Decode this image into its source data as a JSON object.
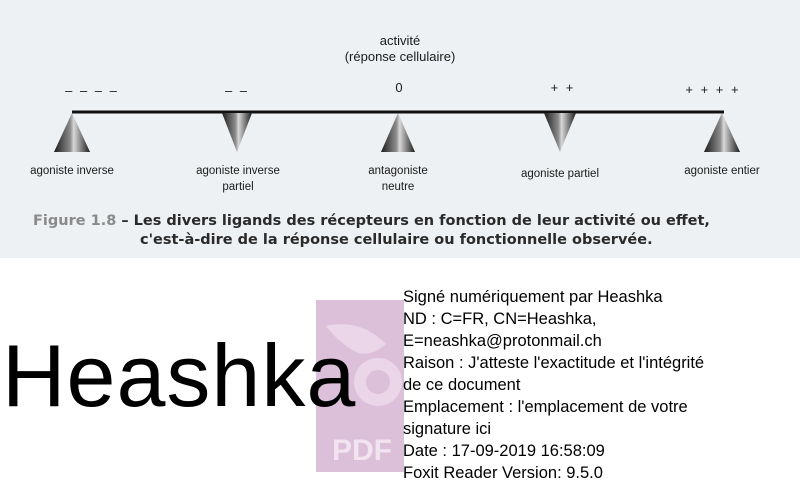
{
  "figure": {
    "activity_title_line1": "activité",
    "activity_title_line2": "(réponse cellulaire)",
    "activity_levels": [
      "– – – –",
      "– –",
      "0",
      "+ +",
      "+ + + +"
    ],
    "ligands": [
      {
        "line1": "agoniste inverse",
        "line2": "",
        "icon": "triangle-up-icon"
      },
      {
        "line1": "agoniste inverse",
        "line2": "partiel",
        "icon": "triangle-down-icon"
      },
      {
        "line1": "antagoniste",
        "line2": "neutre",
        "icon": "triangle-up-icon"
      },
      {
        "line1": "agoniste partiel",
        "line2": "",
        "icon": "triangle-down-icon"
      },
      {
        "line1": "agoniste entier",
        "line2": "",
        "icon": "triangle-up-icon"
      }
    ],
    "caption_number": "Figure 1.8",
    "caption_text_line1": " – Les divers ligands des récepteurs en fonction de leur activité ou effet,",
    "caption_text_line2": "c'est-à-dire de la réponse cellulaire ou fonctionnelle observée."
  },
  "signature": {
    "name": "Heashka",
    "logo_text": "PDF",
    "logo_color": "#d9b8d6",
    "lines": [
      "Signé numériquement par Heashka",
      "ND : C=FR, CN=Heashka,",
      "E=neashka@protonmail.ch",
      "Raison : J'atteste l'exactitude et l'intégrité",
      "de ce document",
      "Emplacement : l'emplacement de votre",
      "signature ici",
      "Date : 17-09-2019 16:58:09",
      "Foxit Reader Version: 9.5.0"
    ]
  }
}
